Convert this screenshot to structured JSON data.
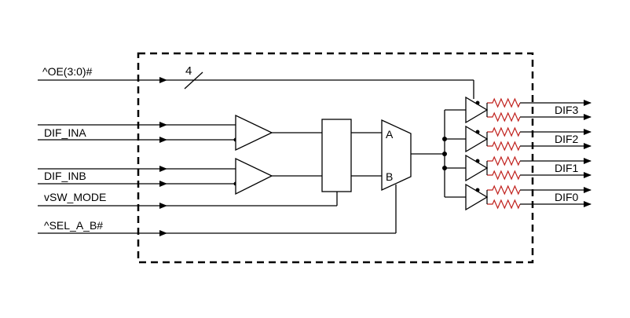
{
  "inputs": {
    "oe": "^OE(3:0)#",
    "ina": "DIF_INA",
    "inb": "DIF_INB",
    "sw_mode": "vSW_MODE",
    "sel": "^SEL_A_B#"
  },
  "bus_width": "4",
  "mux": {
    "a": "A",
    "b": "B"
  },
  "outputs": [
    "DIF3",
    "DIF2",
    "DIF1",
    "DIF0"
  ],
  "colors": {
    "resistor": "#c0201c",
    "line": "#000000"
  }
}
